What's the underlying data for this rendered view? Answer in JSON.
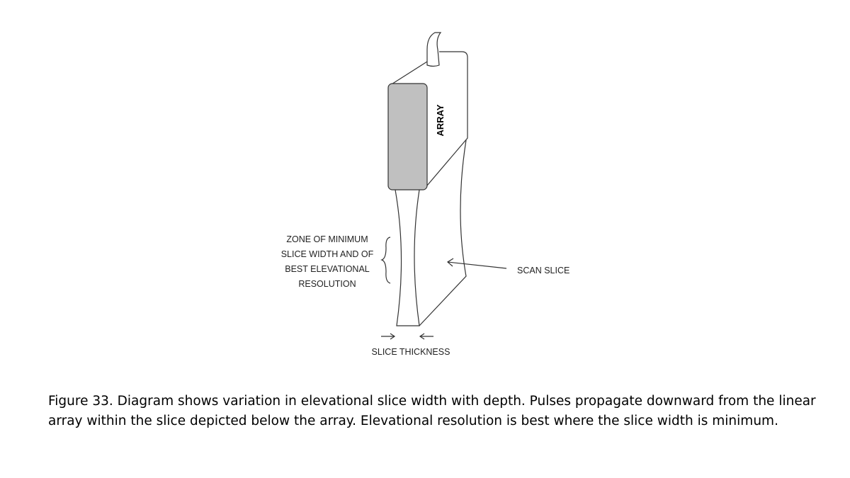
{
  "labels": {
    "array": "ARRAY",
    "zone": [
      "ZONE OF MINIMUM",
      "SLICE WIDTH AND OF",
      "BEST ELEVATIONAL",
      "RESOLUTION"
    ],
    "scan_slice": "SCAN SLICE",
    "slice_thickness": "SLICE THICKNESS"
  },
  "caption": "Figure 33. Diagram shows variation in elevational slice width with depth. Pulses propagate downward from the linear array within the slice depicted below the array.  Elevational resolution is best where the slice width is minimum.",
  "colors": {
    "array_face": "#c0c0c0",
    "line": "#333333"
  }
}
